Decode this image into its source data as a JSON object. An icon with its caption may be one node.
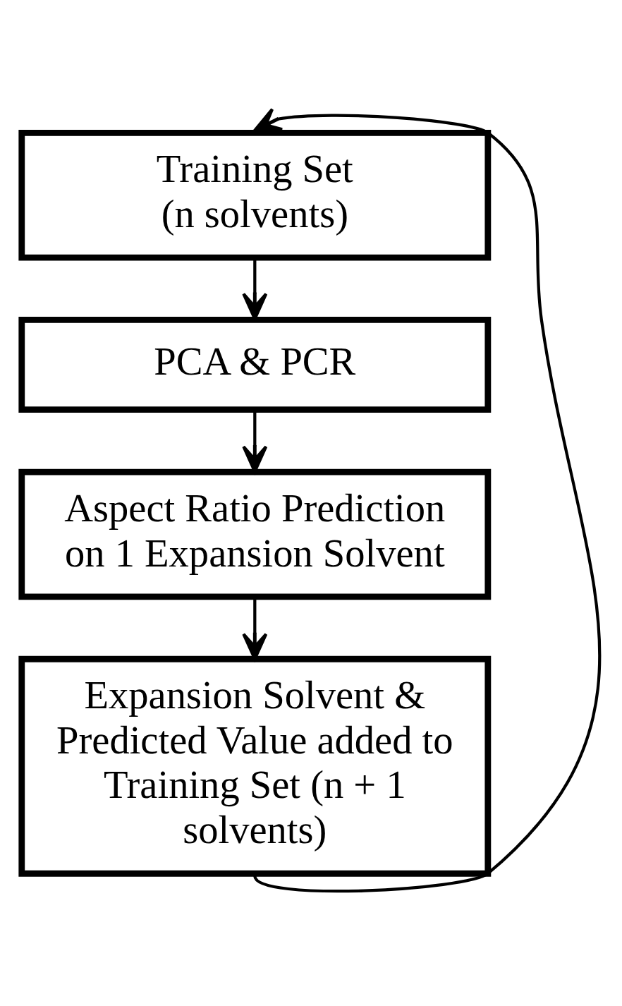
{
  "diagram": {
    "nodes": [
      {
        "text": [
          "Training Set (n solvents)"
        ]
      },
      {
        "text": [
          "PCA & PCR"
        ]
      },
      {
        "text": [
          "Aspect Ratio Prediction on 1 Expansion Solvent"
        ]
      },
      {
        "text": [
          "Expansion Solvent & Predicted Value added to Training Set (n + 1 solvents)"
        ]
      }
    ],
    "edges": [
      {
        "from": 0,
        "to": 1,
        "arrow": "to"
      },
      {
        "from": 1,
        "to": 2,
        "arrow": "to"
      },
      {
        "from": 2,
        "to": 3,
        "arrow": "to"
      },
      {
        "from": 3,
        "to": 0,
        "arrow": "to"
      }
    ]
  }
}
